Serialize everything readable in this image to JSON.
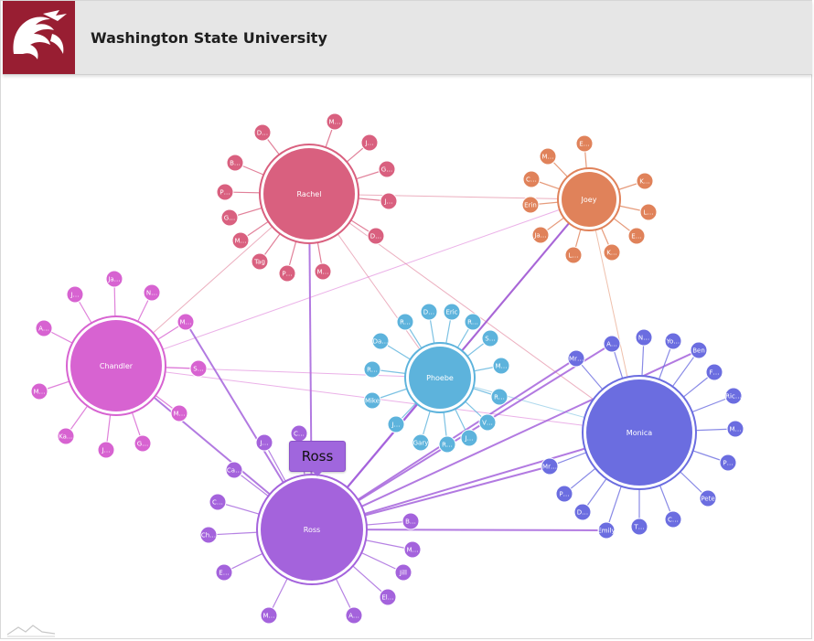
{
  "header": {
    "title": "Washington State University",
    "logo_icon": "wsu-cougar-logo-icon",
    "brand_color": "#981e32"
  },
  "tooltip": {
    "label": "Ross"
  },
  "colors": {
    "Rachel": "#d9607f",
    "Joey": "#e0825a",
    "Chandler": "#d763d1",
    "Phoebe": "#5db3dc",
    "Monica": "#6b6de0",
    "Ross": "#a463dc"
  },
  "chart_data": {
    "type": "network",
    "groups": [
      {
        "name": "Rachel",
        "members": [
          "D…",
          "M…",
          "J…",
          "B…",
          "G…",
          "P…",
          "J…",
          "G…",
          "D…",
          "M…",
          "Tag",
          "P…",
          "M…"
        ]
      },
      {
        "name": "Joey",
        "members": [
          "E…",
          "M…",
          "C…",
          "K…",
          "Erin",
          "L…",
          "Ja…",
          "E…",
          "L…",
          "K…"
        ]
      },
      {
        "name": "Chandler",
        "members": [
          "Ja…",
          "J…",
          "N…",
          "A…",
          "M…",
          "S…",
          "M…",
          "M…",
          "Ka…",
          "J…",
          "G…"
        ]
      },
      {
        "name": "Phoebe",
        "members": [
          "D…",
          "Eric",
          "R…",
          "R…",
          "S…",
          "Da…",
          "M…",
          "R…",
          "R…",
          "Mike",
          "J…",
          "V…",
          "Gary",
          "R…",
          "J…"
        ]
      },
      {
        "name": "Monica",
        "members": [
          "Mr…",
          "A…",
          "N…",
          "Yo…",
          "Ben",
          "F…",
          "Ric…",
          "M…",
          "P…",
          "Pete",
          "C…",
          "T…",
          "Emily",
          "D…",
          "P…",
          "Mr…"
        ]
      },
      {
        "name": "Ross",
        "members": [
          "J…",
          "C…",
          "Ca…",
          "C…",
          "Ch…",
          "E…",
          "M…",
          "A…",
          "El…",
          "Jill",
          "M…",
          "B…"
        ]
      }
    ],
    "links": [
      [
        "Ross",
        "Monica"
      ],
      [
        "Ross",
        "Joey"
      ],
      [
        "Ross",
        "Rachel"
      ],
      [
        "Ross",
        "Chandler"
      ],
      [
        "Ross",
        "Phoebe"
      ],
      [
        "Rachel",
        "Joey"
      ],
      [
        "Rachel",
        "Monica"
      ],
      [
        "Rachel",
        "Phoebe"
      ],
      [
        "Rachel",
        "Chandler"
      ],
      [
        "Chandler",
        "Joey"
      ],
      [
        "Chandler",
        "Phoebe"
      ],
      [
        "Chandler",
        "Monica"
      ],
      [
        "Joey",
        "Monica"
      ],
      [
        "Joey",
        "Phoebe"
      ],
      [
        "Phoebe",
        "Monica"
      ]
    ]
  }
}
